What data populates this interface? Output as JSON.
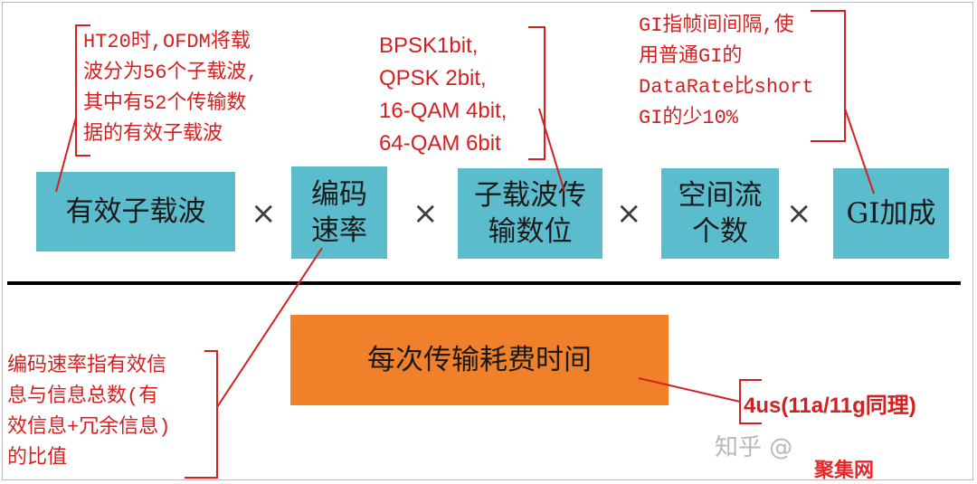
{
  "factors": {
    "subcarriers": "有效子载波",
    "coding_rate": "编码\n速率",
    "bits": "子载波传\n输数位",
    "streams": "空间流\n个数",
    "gi": "GI加成"
  },
  "operators": {
    "multiply": "×"
  },
  "time_box": "每次传输耗费时间",
  "notes": {
    "ht20": "HT20时,OFDM将载\n波分为56个子载波,\n其中有52个传输数\n据的有效子载波",
    "modulation": "BPSK1bit,\nQPSK 2bit,\n16-QAM 4bit,\n64-QAM 6bit",
    "gi": "GI指帧间间隔,使\n用普通GI的\nDataRate比short\nGI的少10%",
    "coding": "编码速率指有效信\n息与信息总数(有\n效信息+冗余信息)\n的比值"
  },
  "footnote": "4us(11a/11g同理)",
  "watermarks": {
    "zhihu": "知乎 @",
    "site": "聚集网"
  },
  "colors": {
    "blue": "#5bbccd",
    "orange": "#f0802a",
    "annotation_red": "#d42020"
  }
}
